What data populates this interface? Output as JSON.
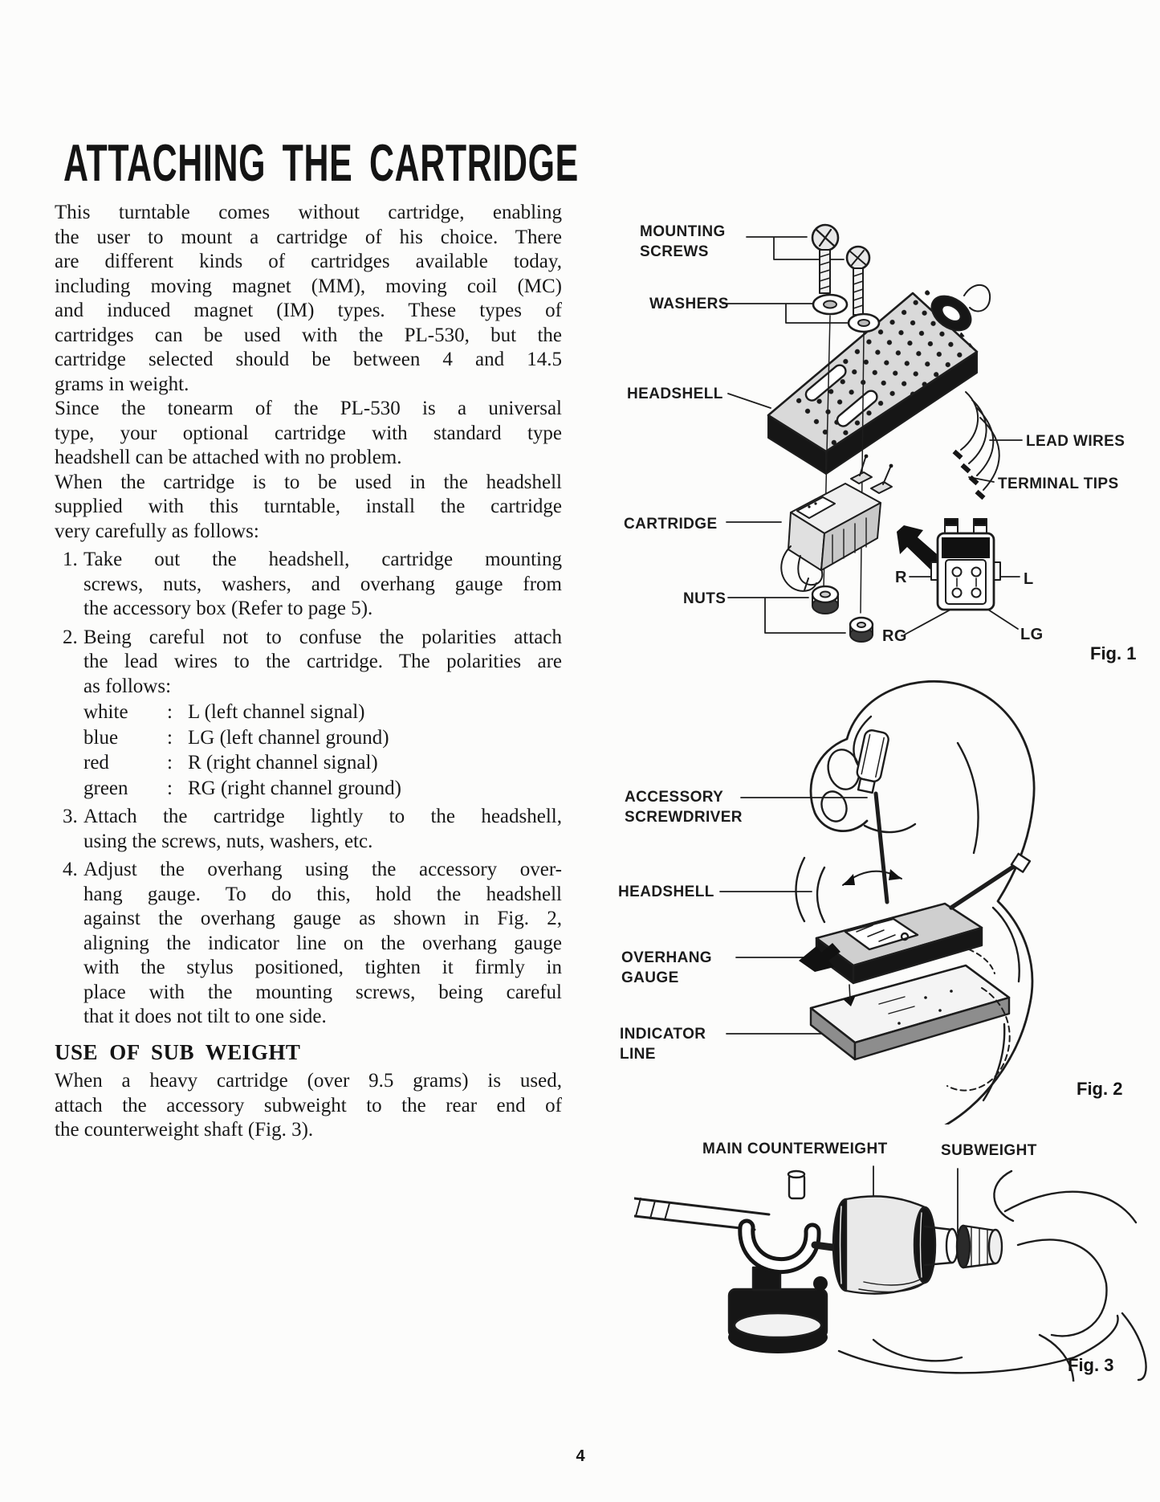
{
  "page": {
    "title": "ATTACHING THE CARTRIDGE",
    "page_number": "4"
  },
  "polarity_separator": ":",
  "intro_paragraphs": [
    {
      "lines": [
        "This turntable comes without cartridge, enabling",
        "the user to mount a cartridge of his choice. There",
        "are different kinds of cartridges available today,",
        "including moving magnet (MM), moving coil (MC)",
        "and induced magnet (IM) types. These types of",
        "cartridges can be used with the PL-530, but the",
        "cartridge selected should be between 4 and 14.5",
        "grams in weight."
      ]
    },
    {
      "lines": [
        "Since the tonearm of the PL-530 is a universal",
        "type, your optional cartridge with standard type",
        "headshell can be attached with no problem."
      ]
    },
    {
      "lines": [
        "When the cartridge is to be used in the headshell",
        "supplied with this turntable, install the cartridge",
        "very carefully as follows:"
      ]
    }
  ],
  "steps": [
    {
      "number": "1.",
      "lines": [
        "Take out the headshell, cartridge mounting",
        "screws, nuts, washers, and overhang gauge from",
        "the accessory box (Refer to page 5)."
      ]
    },
    {
      "number": "2.",
      "lines": [
        "Being careful not to confuse the polarities attach",
        "the lead wires to the cartridge. The polarities are",
        "as follows:"
      ],
      "polarities": [
        {
          "color": "white",
          "value": "L (left channel signal)"
        },
        {
          "color": "blue",
          "value": "LG (left channel ground)"
        },
        {
          "color": "red",
          "value": "R (right channel signal)"
        },
        {
          "color": "green",
          "value": "RG (right channel ground)"
        }
      ]
    },
    {
      "number": "3.",
      "lines": [
        "Attach the cartridge lightly to the headshell,",
        "using the screws, nuts, washers, etc."
      ]
    },
    {
      "number": "4.",
      "lines": [
        "Adjust the overhang using the accessory over-",
        "hang gauge. To do this, hold the headshell",
        "against the overhang gauge as shown in Fig. 2,",
        "aligning the indicator line on the overhang gauge",
        "with the stylus positioned, tighten it firmly in",
        "place with the mounting screws, being careful",
        "that it does not tilt to one side."
      ]
    }
  ],
  "subweight_section": {
    "heading": "USE OF SUB WEIGHT",
    "lines": [
      "When a heavy cartridge (over 9.5 grams) is used,",
      "attach the accessory subweight to the rear end of",
      "the counterweight shaft (Fig. 3)."
    ]
  },
  "figures": {
    "fig1": {
      "caption": "Fig. 1",
      "labels": {
        "mounting_screws": "MOUNTING\nSCREWS",
        "washers": "WASHERS",
        "headshell": "HEADSHELL",
        "lead_wires": "LEAD WIRES",
        "terminal_tips": "TERMINAL TIPS",
        "cartridge": "CARTRIDGE",
        "nuts": "NUTS",
        "r": "R",
        "l": "L",
        "rg": "RG",
        "lg": "LG"
      }
    },
    "fig2": {
      "caption": "Fig. 2",
      "labels": {
        "accessory_screwdriver": "ACCESSORY\nSCREWDRIVER",
        "headshell": "HEADSHELL",
        "overhang_gauge": "OVERHANG\nGAUGE",
        "indicator_line": "INDICATOR\nLINE"
      }
    },
    "fig3": {
      "caption": "Fig. 3",
      "labels": {
        "main_counterweight": "MAIN COUNTERWEIGHT",
        "subweight": "SUBWEIGHT"
      }
    }
  }
}
